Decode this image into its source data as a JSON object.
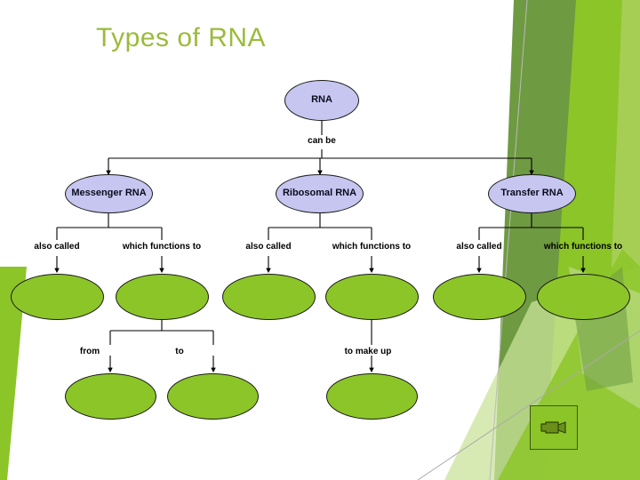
{
  "slide": {
    "title": "Types of RNA",
    "title_color": "#9BBB3C",
    "background_color": "#FFFFFF"
  },
  "theme": {
    "node_fill_primary": "#C6C6F0",
    "node_fill_secondary": "#8CC528",
    "node_stroke": "#1A1A1A",
    "connector_color": "#000000",
    "accent_green_light": "#8CC528",
    "accent_green_mid": "#7FAE3E",
    "accent_green_dark": "#6E9A42",
    "accent_green_pale": "#DCEEC0"
  },
  "diagram": {
    "type": "concept-map",
    "root": {
      "id": "rna",
      "label": "RNA",
      "style": "purple"
    },
    "level1_connector_label": "can be",
    "level1": [
      {
        "id": "mrna",
        "label": "Messenger RNA",
        "style": "purple"
      },
      {
        "id": "rrna",
        "label": "Ribosomal RNA",
        "style": "purple"
      },
      {
        "id": "trna",
        "label": "Transfer RNA",
        "style": "purple"
      }
    ],
    "level2": [
      {
        "id": "mrna-also-called",
        "parent": "mrna",
        "edge_label": "also called",
        "label": "",
        "style": "green"
      },
      {
        "id": "mrna-function",
        "parent": "mrna",
        "edge_label": "which functions to",
        "label": "",
        "style": "green"
      },
      {
        "id": "rrna-also-called",
        "parent": "rrna",
        "edge_label": "also called",
        "label": "",
        "style": "green"
      },
      {
        "id": "rrna-function",
        "parent": "rrna",
        "edge_label": "which functions to",
        "label": "",
        "style": "green"
      },
      {
        "id": "trna-also-called",
        "parent": "trna",
        "edge_label": "also called",
        "label": "",
        "style": "green"
      },
      {
        "id": "trna-function",
        "parent": "trna",
        "edge_label": "which functions to",
        "label": "",
        "style": "green"
      }
    ],
    "level3": [
      {
        "id": "mrna-function-from",
        "parent": "mrna-function",
        "edge_label": "from",
        "label": "",
        "style": "green"
      },
      {
        "id": "mrna-function-to",
        "parent": "mrna-function",
        "edge_label": "to",
        "label": "",
        "style": "green"
      },
      {
        "id": "rrna-function-make-up",
        "parent": "rrna-function",
        "edge_label": "to make up",
        "label": "",
        "style": "green"
      }
    ]
  },
  "media": {
    "placeholder_icon": "video-camera-icon",
    "placeholder_label": ""
  }
}
